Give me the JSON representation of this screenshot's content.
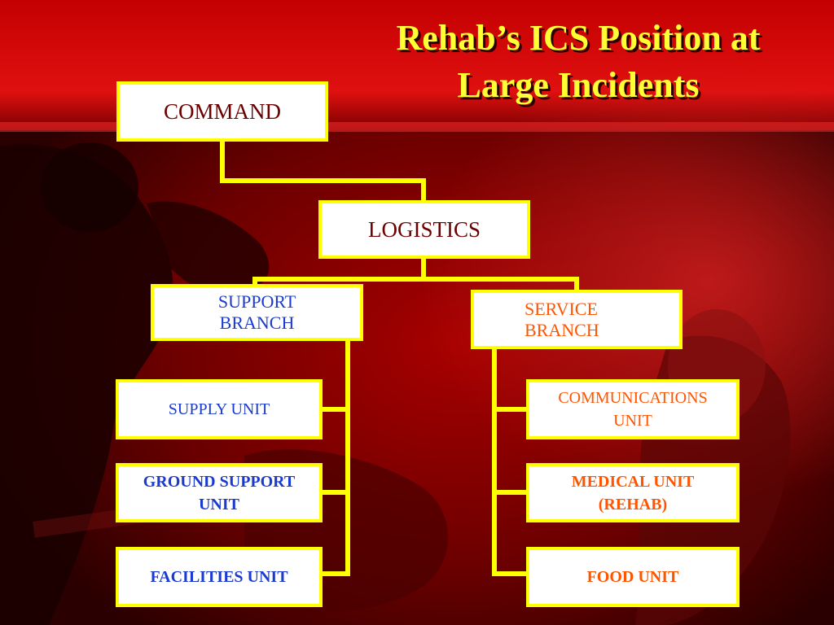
{
  "slide": {
    "title_line1": "Rehab’s ICS Position at",
    "title_line2": "Large Incidents"
  },
  "chart": {
    "command": "COMMAND",
    "logistics": "LOGISTICS",
    "support_branch": {
      "line1": "SUPPORT",
      "line2": "BRANCH"
    },
    "service_branch": {
      "line1": "SERVICE",
      "line2": "BRANCH"
    },
    "support_units": [
      {
        "line1": "SUPPLY UNIT",
        "line2": ""
      },
      {
        "line1": "GROUND SUPPORT",
        "line2": "UNIT"
      },
      {
        "line1": "FACILITIES UNIT",
        "line2": ""
      }
    ],
    "service_units": [
      {
        "line1": "COMMUNICATIONS",
        "line2": "UNIT"
      },
      {
        "line1": "MEDICAL UNIT",
        "line2": "(REHAB)"
      },
      {
        "line1": "FOOD UNIT",
        "line2": ""
      }
    ]
  },
  "colors": {
    "connector": "#ffff00",
    "box_border": "#ffff00",
    "title": "#ffff33",
    "support_text": "#1a3ad0",
    "service_text": "#ff5500",
    "command_text": "#6a0000"
  }
}
